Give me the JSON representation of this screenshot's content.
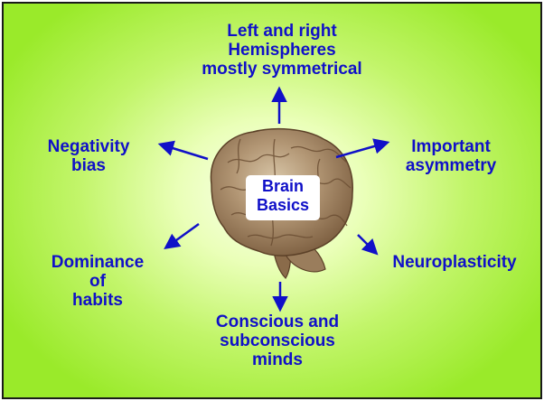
{
  "center": {
    "label": "Brain\nBasics"
  },
  "nodes": {
    "top": "Left and right\nHemispheres\nmostly symmetrical",
    "upper_left": "Negativity\nbias",
    "upper_right": "Important\nasymmetry",
    "lower_left": "Dominance\nof\nhabits",
    "lower_right": "Neuroplasticity",
    "bottom": "Conscious and\nsubconscious\nminds"
  },
  "colors": {
    "text": "#1010c8",
    "arrow": "#1010c8",
    "background_outer": "#9aea2a",
    "background_inner": "#fbfff0",
    "brain": "#a5896a"
  },
  "icons": {
    "center_image": "brain-icon"
  }
}
